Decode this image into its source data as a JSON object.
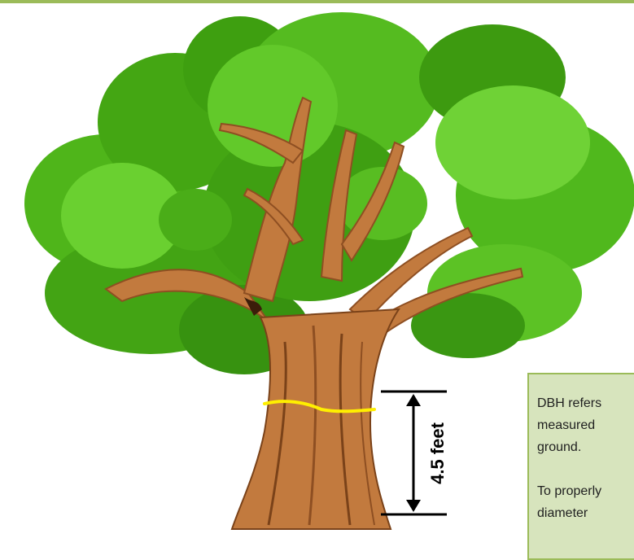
{
  "diagram": {
    "height_label": "4.5 feet",
    "colors": {
      "rule": "#9bbb59",
      "note_fill": "#d7e4bd",
      "trunk": "#c27a3e",
      "measure_band": "#ffef00"
    }
  },
  "note": {
    "paragraph_1": "DBH refers\nmeasured\nground.",
    "paragraph_2": "To properly\ndiameter"
  }
}
